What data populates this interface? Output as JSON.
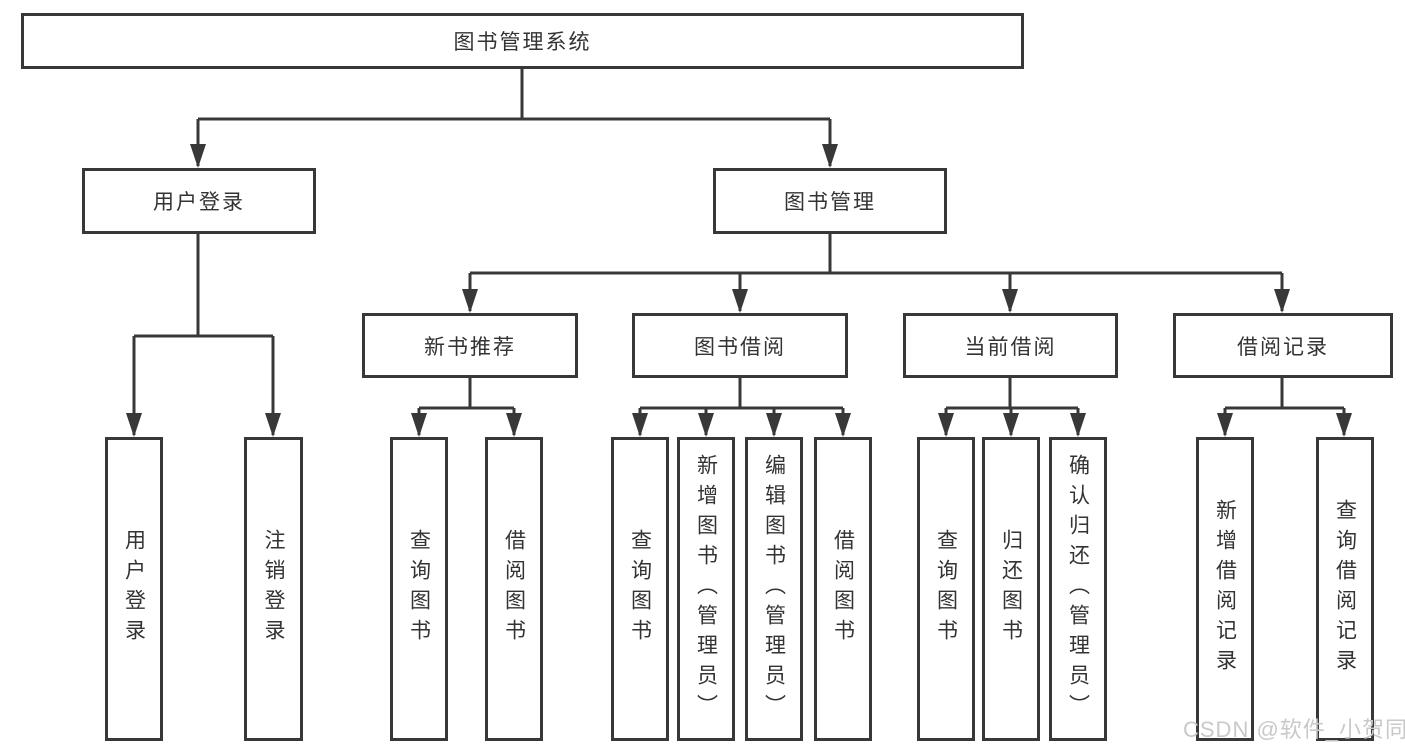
{
  "meta": {
    "diagram_type": "hierarchy-tree",
    "line_color": "#383838",
    "text_color": "#333333",
    "background_color": "#ffffff",
    "watermark_color": "#c9c9c9"
  },
  "nodes": {
    "root": {
      "label": "图书管理系统"
    },
    "level1": [
      {
        "id": "user-login",
        "label": "用户登录"
      },
      {
        "id": "book-management",
        "label": "图书管理"
      }
    ],
    "level2": [
      {
        "id": "new-book-recommend",
        "parent": "book-management",
        "label": "新书推荐"
      },
      {
        "id": "book-borrow",
        "parent": "book-management",
        "label": "图书借阅"
      },
      {
        "id": "current-borrow",
        "parent": "book-management",
        "label": "当前借阅"
      },
      {
        "id": "borrow-records",
        "parent": "book-management",
        "label": "借阅记录"
      }
    ],
    "leaves": [
      {
        "parent": "user-login",
        "label": "用户登录"
      },
      {
        "parent": "user-login",
        "label": "注销登录"
      },
      {
        "parent": "new-book-recommend",
        "label": "查询图书"
      },
      {
        "parent": "new-book-recommend",
        "label": "借阅图书"
      },
      {
        "parent": "book-borrow",
        "label": "查询图书"
      },
      {
        "parent": "book-borrow",
        "label": "新增图书（管理员）"
      },
      {
        "parent": "book-borrow",
        "label": "编辑图书（管理员）"
      },
      {
        "parent": "book-borrow",
        "label": "借阅图书"
      },
      {
        "parent": "current-borrow",
        "label": "查询图书"
      },
      {
        "parent": "current-borrow",
        "label": "归还图书"
      },
      {
        "parent": "current-borrow",
        "label": "确认归还（管理员）"
      },
      {
        "parent": "borrow-records",
        "label": "新增借阅记录"
      },
      {
        "parent": "borrow-records",
        "label": "查询借阅记录"
      }
    ]
  },
  "watermark": {
    "text": "CSDN @软件_小贺同学"
  }
}
